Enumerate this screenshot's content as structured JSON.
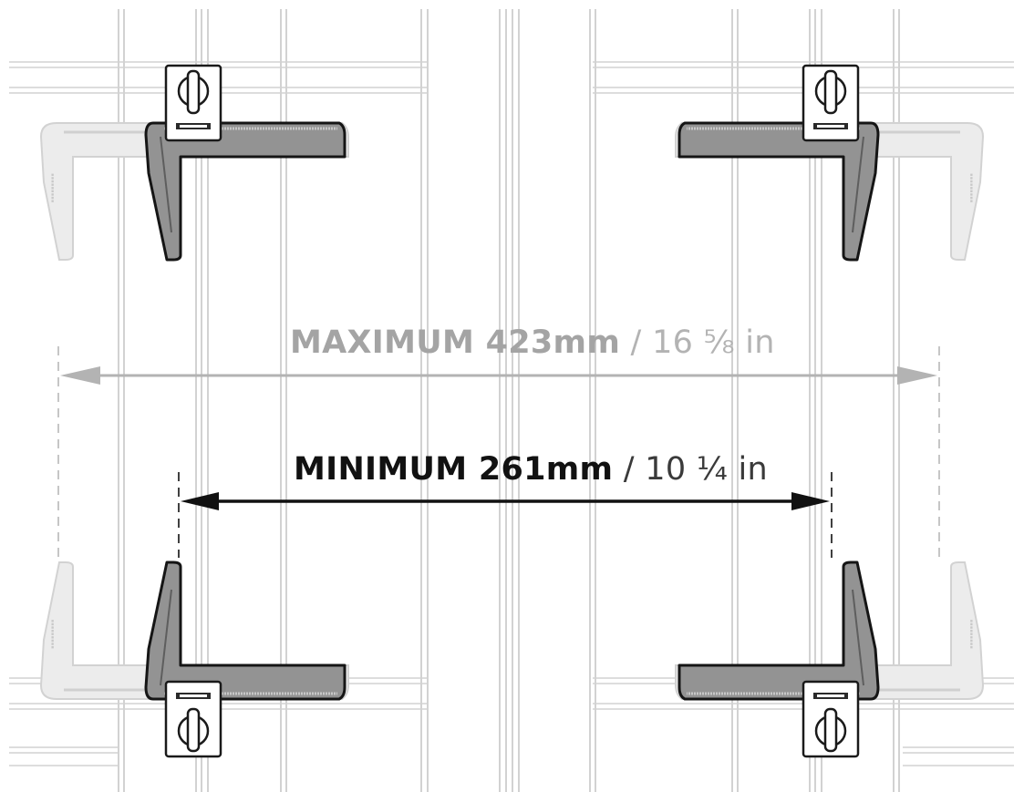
{
  "colors": {
    "rail": "#c4c4c4",
    "rail_light": "#dcdcdc",
    "clamp_dark": "#8f8f8f",
    "clamp_faded": "#e6e6e6",
    "clamp_outline": "#1a1a1a",
    "max_arrow": "#b3b3b3",
    "min_arrow": "#111111"
  },
  "maximum": {
    "label": "MAXIMUM 423mm",
    "separator": "/",
    "imperial": "16 ⅝ in"
  },
  "minimum": {
    "label": "MINIMUM 261mm",
    "separator": "/",
    "imperial": "10 ¼ in"
  }
}
